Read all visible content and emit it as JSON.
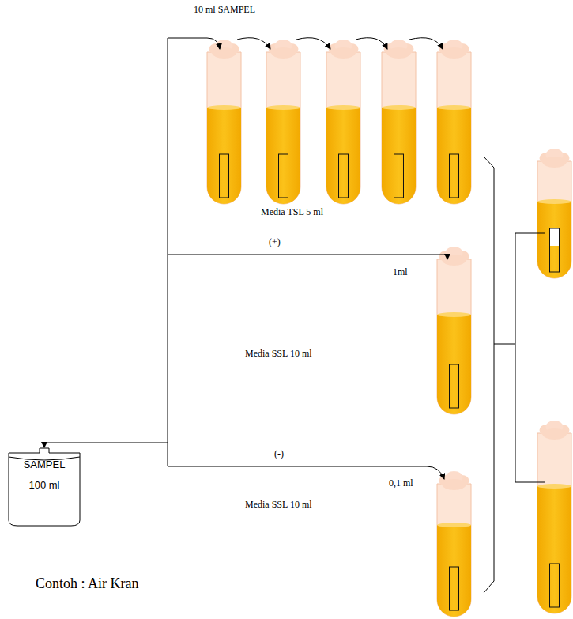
{
  "diagram": {
    "nodes": [
      {
        "text": [
          "SAMPEL",
          "100 ml"
        ]
      }
    ],
    "labels": [
      "10 ml SAMPEL",
      "Media TSL 5 ml",
      "(+)",
      "1ml",
      "Media SSL 10 ml",
      "(-)",
      "0,1 ml",
      "Media SSL 10 ml",
      "Contoh : Air Kran"
    ]
  }
}
